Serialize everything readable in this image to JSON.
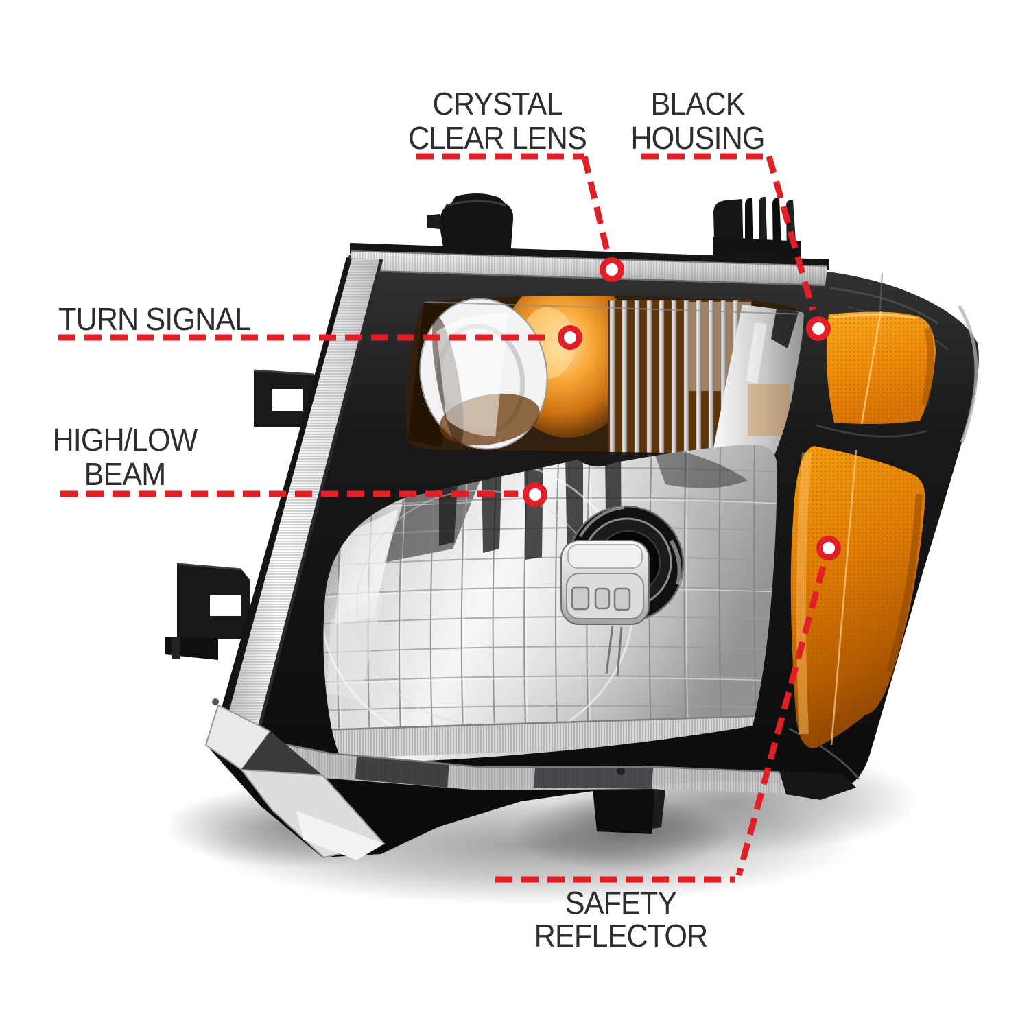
{
  "annotation": {
    "line_color": "#e01f26",
    "label_color": "#2d2d2f",
    "callouts": [
      {
        "id": "crystal-clear-lens",
        "label": "CRYSTAL\nCLEAR LENS"
      },
      {
        "id": "black-housing",
        "label": "BLACK\nHOUSING"
      },
      {
        "id": "turn-signal",
        "label": "TURN SIGNAL"
      },
      {
        "id": "high-low-beam",
        "label": "HIGH/LOW\nBEAM"
      },
      {
        "id": "safety-reflector",
        "label": "SAFETY\nREFLECTOR"
      }
    ]
  },
  "colors": {
    "accent_red": "#e01f26",
    "label_text": "#2d2d2f",
    "amber_reflector": "#f29a12",
    "amber_dark": "#8d4502",
    "housing_black": "#0c0c0d",
    "chrome_light": "#e8e8ea",
    "background": "#ffffff"
  }
}
